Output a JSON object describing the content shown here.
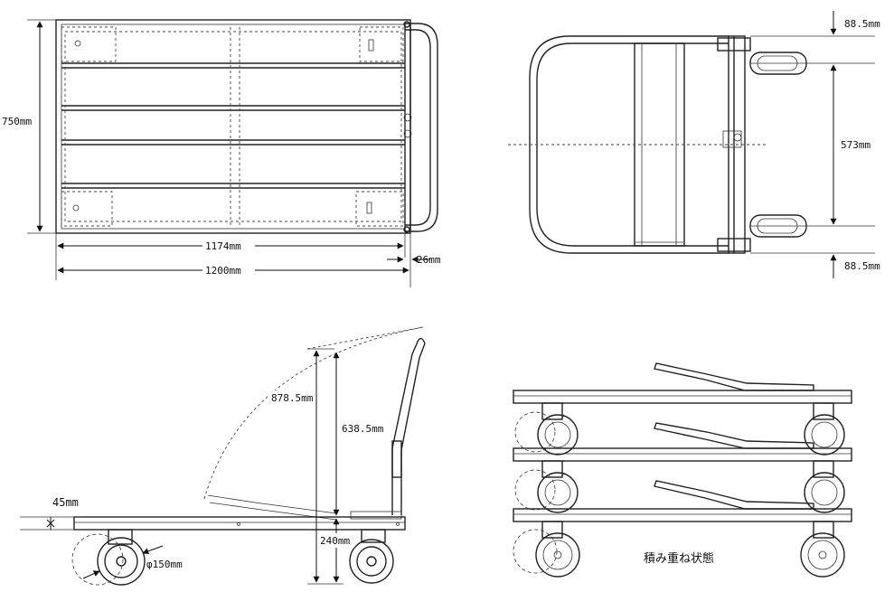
{
  "top_view": {
    "width_label": "750mm",
    "inner_length_label": "1174mm",
    "overall_length_label": "1200mm",
    "handle_offset_label": "26mm"
  },
  "end_view": {
    "top_offset_label": "88.5mm",
    "wheel_span_label": "573mm",
    "bottom_offset_label": "88.5mm"
  },
  "side_view": {
    "deck_thickness_label": "45mm",
    "overall_height_label": "878.5mm",
    "handle_height_label": "638.5mm",
    "deck_height_label": "240mm",
    "wheel_diameter_label": "φ150mm"
  },
  "stacked_view": {
    "caption": "積み重ね状態"
  }
}
